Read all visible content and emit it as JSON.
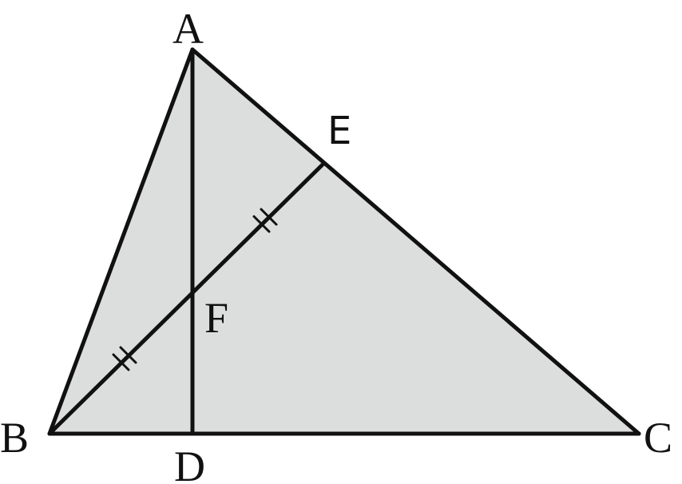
{
  "figure": {
    "fill_color": "#dcdedd",
    "line_color": "#111111",
    "labels": {
      "a": "A",
      "b": "B",
      "c": "C",
      "d": "D",
      "e": "E",
      "f": "F"
    }
  }
}
